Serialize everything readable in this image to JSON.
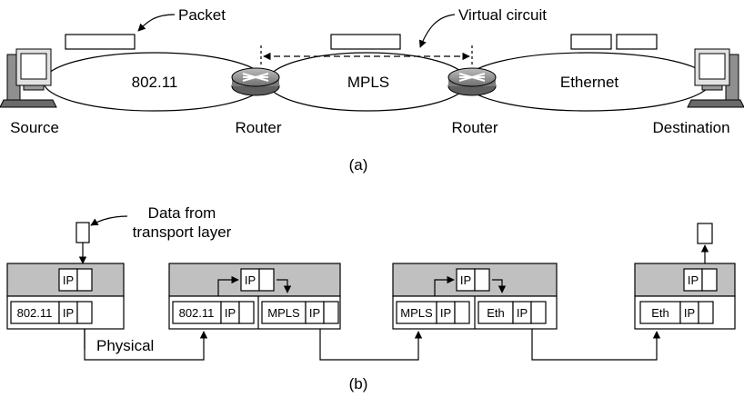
{
  "part_a": {
    "label": "(a)",
    "packet_label": "Packet",
    "virtual_circuit_label": "Virtual circuit",
    "networks": [
      "802.11",
      "MPLS",
      "Ethernet"
    ],
    "nodes": [
      "Source",
      "Router",
      "Router",
      "Destination"
    ]
  },
  "part_b": {
    "label": "(b)",
    "data_label_line1": "Data from",
    "data_label_line2": "transport layer",
    "physical_label": "Physical",
    "ip": "IP",
    "stack1": {
      "top": [
        "IP"
      ],
      "bottom": [
        "802.11",
        "IP"
      ]
    },
    "stack2": {
      "top": [
        "IP"
      ],
      "bottom_left": [
        "802.11",
        "IP"
      ],
      "bottom_right": [
        "MPLS",
        "IP"
      ]
    },
    "stack3": {
      "top": [
        "IP"
      ],
      "bottom_left": [
        "MPLS",
        "IP"
      ],
      "bottom_right": [
        "Eth",
        "IP"
      ]
    },
    "stack4": {
      "top": [
        "IP"
      ],
      "bottom": [
        "Eth",
        "IP"
      ]
    }
  },
  "colors": {
    "layer_fill": "#c0c0c0",
    "router": "#8a8a8a"
  },
  "icons": [
    "computer-icon",
    "router-icon"
  ]
}
